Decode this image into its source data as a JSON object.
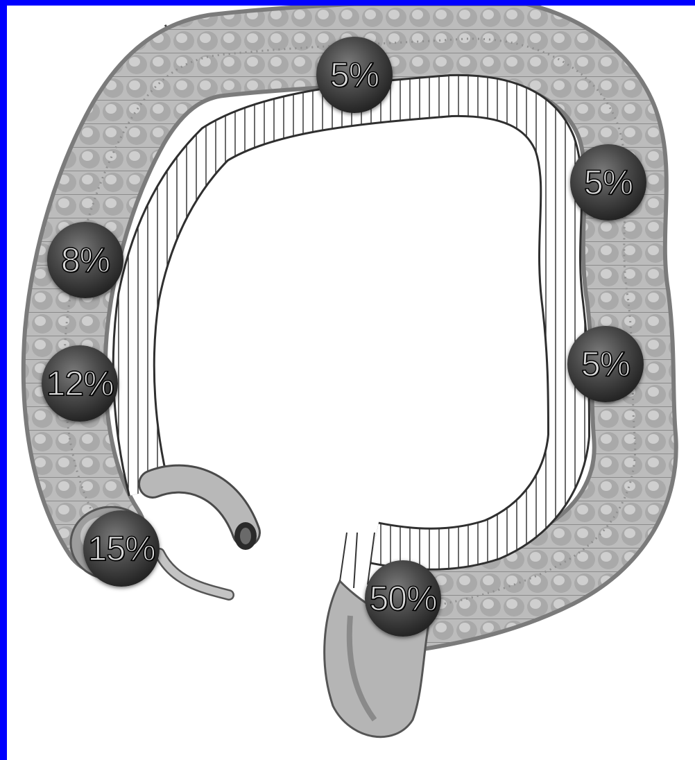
{
  "colors": {
    "frame": "#0000ff",
    "background": "#ffffff",
    "colon_fill": "#b9b9b9",
    "colon_shade": "#7e7e7e",
    "outline": "#3a3a3a",
    "badge": "#3c3c3c",
    "badge_text": "#d9d9d9"
  },
  "diagram": {
    "subject": "large-intestine-illustration",
    "labels": [
      {
        "id": "transverse-colon",
        "text": "5%"
      },
      {
        "id": "splenic-flexure",
        "text": "5%"
      },
      {
        "id": "descending-colon",
        "text": "5%"
      },
      {
        "id": "hepatic-flexure",
        "text": "8%"
      },
      {
        "id": "ascending-colon",
        "text": "12%"
      },
      {
        "id": "cecum",
        "text": "15%"
      },
      {
        "id": "rectosigmoid",
        "text": "50%"
      }
    ]
  }
}
